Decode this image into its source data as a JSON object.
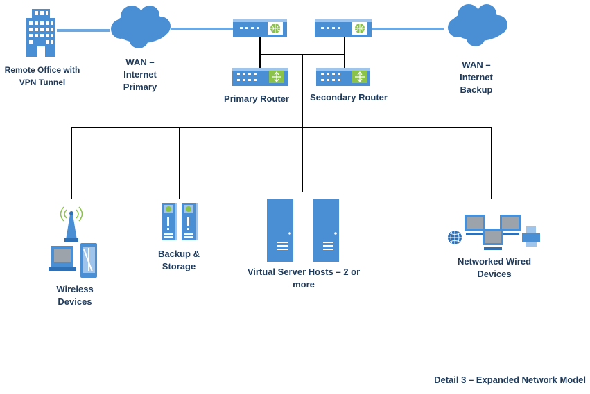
{
  "colors": {
    "device": "#4a8fd4",
    "device_light": "#9fc5ec",
    "device_dark": "#2f6fb3",
    "line": "#000000",
    "wan_link": "#6ea8e0",
    "label": "#1f3b5c",
    "green": "#8bc34a"
  },
  "nodes": {
    "remote_office": {
      "label": "Remote Office with\nVPN Tunnel",
      "icon": "office-building-icon"
    },
    "wan_primary": {
      "label": "WAN –\nInternet\nPrimary",
      "icon": "cloud-icon"
    },
    "wan_backup": {
      "label": "WAN –\nInternet\nBackup",
      "icon": "cloud-icon"
    },
    "primary_router": {
      "label": "Primary Router",
      "icon": "router-icon"
    },
    "secondary_router": {
      "label": "Secondary Router",
      "icon": "router-icon"
    },
    "wireless_devices": {
      "label": "Wireless\nDevices",
      "icon": "wireless-access-point-icon"
    },
    "backup_storage": {
      "label": "Backup &\nStorage",
      "icon": "storage-server-icon"
    },
    "virtual_servers": {
      "label": "Virtual Server Hosts – 2 or\nmore",
      "icon": "server-tower-icon"
    },
    "wired_devices": {
      "label": "Networked Wired\nDevices",
      "icon": "workstations-icon"
    }
  },
  "caption": "Detail 3 – Expanded Network Model"
}
